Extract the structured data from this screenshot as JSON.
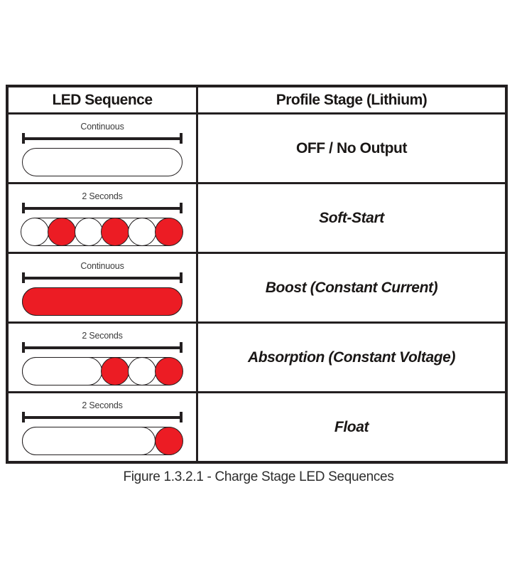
{
  "table": {
    "headers": {
      "led": "LED Sequence",
      "stage": "Profile Stage (Lithium)"
    },
    "rows": [
      {
        "duration": "Continuous",
        "stage": "OFF / No Output",
        "stage_italic": false,
        "segments": []
      },
      {
        "duration": "2 Seconds",
        "stage": "Soft-Start",
        "stage_italic": true,
        "segments": [
          {
            "shape": "circle",
            "slot": 1,
            "on": false
          },
          {
            "shape": "circle",
            "slot": 2,
            "on": true
          },
          {
            "shape": "circle",
            "slot": 3,
            "on": false
          },
          {
            "shape": "circle",
            "slot": 4,
            "on": true
          },
          {
            "shape": "circle",
            "slot": 5,
            "on": false
          },
          {
            "shape": "circle",
            "slot": 6,
            "on": true
          }
        ]
      },
      {
        "duration": "Continuous",
        "stage": "Boost (Constant Current)",
        "stage_italic": true,
        "segments": [
          {
            "shape": "pill",
            "from": 1,
            "to": 6,
            "on": true
          }
        ]
      },
      {
        "duration": "2 Seconds",
        "stage": "Absorption (Constant Voltage)",
        "stage_italic": true,
        "segments": [
          {
            "shape": "pill",
            "from": 1,
            "to": 3,
            "on": false
          },
          {
            "shape": "circle",
            "slot": 4,
            "on": true
          },
          {
            "shape": "circle",
            "slot": 5,
            "on": false
          },
          {
            "shape": "circle",
            "slot": 6,
            "on": true
          }
        ]
      },
      {
        "duration": "2 Seconds",
        "stage": "Float",
        "stage_italic": true,
        "segments": [
          {
            "shape": "pill",
            "from": 1,
            "to": 5,
            "on": false
          },
          {
            "shape": "circle",
            "slot": 6,
            "on": true
          }
        ]
      }
    ]
  },
  "caption": "Figure 1.3.2.1 - Charge Stage LED Sequences",
  "led_slots": 6,
  "colors": {
    "led_on": "#EC1C24",
    "led_off": "#FFFFFF",
    "outline": "#231F20"
  }
}
